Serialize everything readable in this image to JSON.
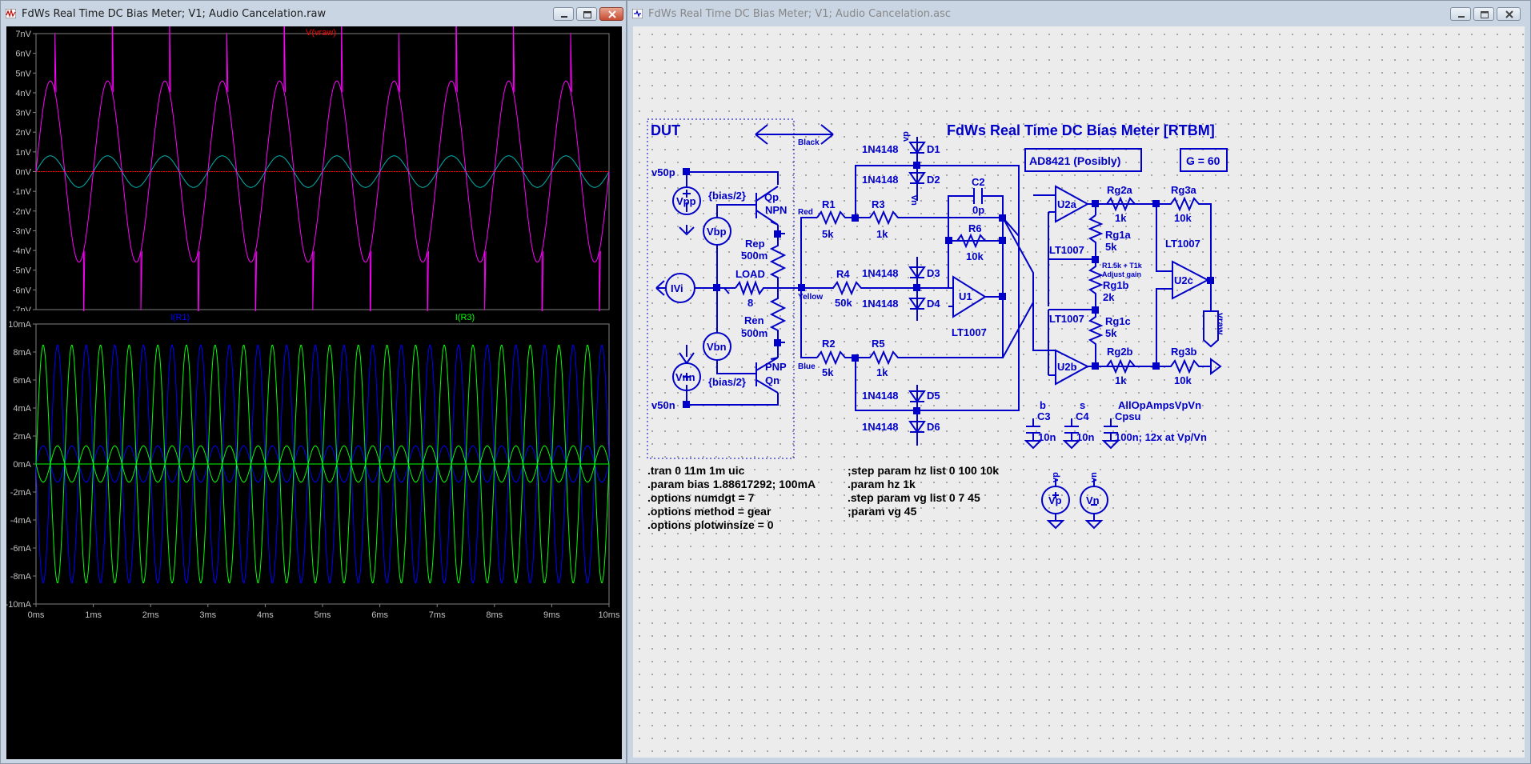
{
  "waveform_window": {
    "title": "FdWs Real Time DC Bias Meter; V1; Audio Cancelation.raw",
    "top_pane": {
      "trace_label": "V(vraw)",
      "y_ticks": [
        "7nV",
        "6nV",
        "5nV",
        "4nV",
        "3nV",
        "2nV",
        "1nV",
        "0nV",
        "-1nV",
        "-2nV",
        "-3nV",
        "-4nV",
        "-5nV",
        "-6nV",
        "-7nV"
      ]
    },
    "bottom_pane": {
      "trace_label_1": "I(R1)",
      "trace_label_2": "I(R3)",
      "y_ticks": [
        "10mA",
        "8mA",
        "6mA",
        "4mA",
        "2mA",
        "0mA",
        "-2mA",
        "-4mA",
        "-6mA",
        "-8mA",
        "-10mA"
      ]
    },
    "x_ticks": [
      "0ms",
      "1ms",
      "2ms",
      "3ms",
      "4ms",
      "5ms",
      "6ms",
      "7ms",
      "8ms",
      "9ms",
      "10ms"
    ]
  },
  "chart_data": [
    {
      "type": "line",
      "title": "V(vraw)",
      "xlim": [
        0,
        10
      ],
      "ylim": [
        -7,
        7
      ],
      "x_unit": "ms",
      "y_unit": "nV",
      "grid": false,
      "series": [
        {
          "name": "V(vraw)",
          "color": "#ff00ff",
          "approx_amplitude": 4.6,
          "approx_frequency_khz": 1.0
        },
        {
          "color": "#00b0b0",
          "approx_amplitude": 0.8,
          "approx_frequency_khz": 1.0
        },
        {
          "color": "#ff0000",
          "approx_amplitude": 0.05
        }
      ]
    },
    {
      "type": "line",
      "xlim": [
        0,
        10
      ],
      "ylim": [
        -10,
        10
      ],
      "x_unit": "ms",
      "y_unit": "mA",
      "grid": false,
      "series": [
        {
          "name": "I(R1)",
          "color": "#0000ff",
          "approx_amplitude": 8.5,
          "approx_frequency_khz": 2.0
        },
        {
          "name": "I(R3)",
          "color": "#00ff00",
          "approx_amplitude": 8.5,
          "approx_frequency_khz": 2.0
        }
      ]
    }
  ],
  "schematic_window": {
    "title": "FdWs Real Time DC Bias Meter; V1; Audio Cancelation.asc",
    "dut_label": "DUT",
    "main_title": "FdWs Real Time DC Bias Meter [RTBM]",
    "box_1": "AD8421 (Posibly)",
    "box_2": "G = 60",
    "wire_labels": {
      "black": "Black",
      "red": "Red",
      "yellow": "Yellow",
      "blue": "Blue"
    },
    "sources": {
      "vpp": "Vpp",
      "vbp": "Vbp",
      "vbn": "Vbn",
      "vnn": "Vnn",
      "ivi": "IVi",
      "bias_p": "{bias/2}",
      "bias_n": "{bias/2}",
      "net_p": "v50p",
      "net_n": "v50n",
      "vp": "Vp",
      "vn": "Vn"
    },
    "transistors": {
      "qp": "Qp",
      "qp_type": "NPN",
      "qn": "Qn",
      "qn_type": "PNP"
    },
    "resistors": {
      "rep": "Rep",
      "rep_v": "500m",
      "ren": "Ren",
      "ren_v": "500m",
      "load": "LOAD",
      "load_v": "8",
      "r1": "R1",
      "r1_v": "5k",
      "r2": "R2",
      "r2_v": "5k",
      "r3": "R3",
      "r3_v": "1k",
      "r5": "R5",
      "r5_v": "1k",
      "r4": "R4",
      "r4_v": "50k",
      "r6": "R6",
      "r6_v": "10k",
      "rg2a": "Rg2a",
      "rg2a_v": "1k",
      "rg3a": "Rg3a",
      "rg3a_v": "10k",
      "rg1a": "Rg1a",
      "rg1a_v": "5k",
      "rg1b": "Rg1b",
      "rg1b_v": "2k",
      "rg1c": "Rg1c",
      "rg1c_v": "5k",
      "rg2b": "Rg2b",
      "rg2b_v": "1k",
      "rg3b": "Rg3b",
      "rg3b_v": "10k"
    },
    "diodes": {
      "model": "1N4148",
      "d1": "D1",
      "d2": "D2",
      "d3": "D3",
      "d4": "D4",
      "d5": "D5",
      "d6": "D6"
    },
    "caps": {
      "c2": "C2",
      "c2_v": "0p",
      "c3": "C3",
      "c3_v": "10n",
      "c4": "C4",
      "c4_v": "10n",
      "cpsu": "Cpsu",
      "cpsu_v": "100n; 12x at Vp/Vn",
      "cpsu_note": "AllOpAmpsVpVn",
      "b": "b",
      "s": "s"
    },
    "opamps": {
      "u1": "U1",
      "u2a": "U2a",
      "u2b": "U2b",
      "u2c": "U2c",
      "model": "LT1007"
    },
    "note_gain_1": "R1.5k + T1k",
    "note_gain_2": "Adjust gain",
    "vraw": "vraw",
    "rail_vp": "vp",
    "rail_vn": "vn",
    "directives_left": [
      ".tran 0 11m 1m uic",
      ".param bias 1.88617292; 100mA",
      ".options numdgt = 7",
      ".options method = gear",
      ".options plotwinsize = 0"
    ],
    "directives_right": [
      ";step param hz list 0 100 10k",
      ".param hz 1k",
      ".step param vg list 0 7 45",
      ";param vg 45"
    ]
  },
  "colors": {
    "schematic_blue": "#0000c8",
    "magenta": "#ff00ff",
    "cyan": "#00b0b0",
    "green": "#00ff00",
    "blue_trace": "#0000ff",
    "red": "#ff0000"
  }
}
